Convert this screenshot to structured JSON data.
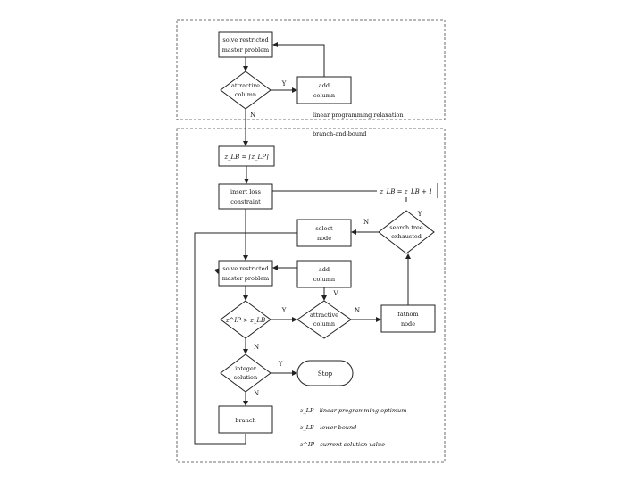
{
  "regions": {
    "lp_label": "linear programming relaxation",
    "bb_label": "branch-and-bound"
  },
  "nodes": {
    "solve_top_l1": "solve restricted",
    "solve_top_l2": "master problem",
    "attr_top_l1": "attractive",
    "attr_top_l2": "column",
    "add_top_l1": "add",
    "add_top_l2": "column",
    "zlb_assign": "z_LB = ⌈z_LP⌉",
    "insert_l1": "insert loss",
    "insert_l2": "constraint",
    "zlb_update": "z_LB = z_LB + 1",
    "search_l1": "search tree",
    "search_l2": "exhausted",
    "select_l1": "select",
    "select_l2": "node",
    "solve_mid_l1": "solve restricted",
    "solve_mid_l2": "master problem",
    "add_mid_l1": "add",
    "add_mid_l2": "column",
    "compare": "z^IP > z_LB",
    "attr_mid_l1": "attractive",
    "attr_mid_l2": "column",
    "fathom_l1": "fathom",
    "fathom_l2": "node",
    "integer_l1": "integer",
    "integer_l2": "solution",
    "stop": "Stop",
    "branch": "branch"
  },
  "edge_labels": {
    "attr_top_yes": "Y",
    "attr_top_no": "N",
    "search_no": "N",
    "search_yes": "Y",
    "add_mid_to_attr": "V",
    "compare_yes": "Y",
    "attr_mid_no": "N",
    "compare_no": "N",
    "integer_yes": "Y",
    "integer_no": "N"
  },
  "legend": [
    {
      "sym": "z_LP",
      "desc": " - linear programming optimum"
    },
    {
      "sym": "z_LB",
      "desc": " - lower bound"
    },
    {
      "sym": "z^IP",
      "desc": " - current solution value"
    }
  ]
}
